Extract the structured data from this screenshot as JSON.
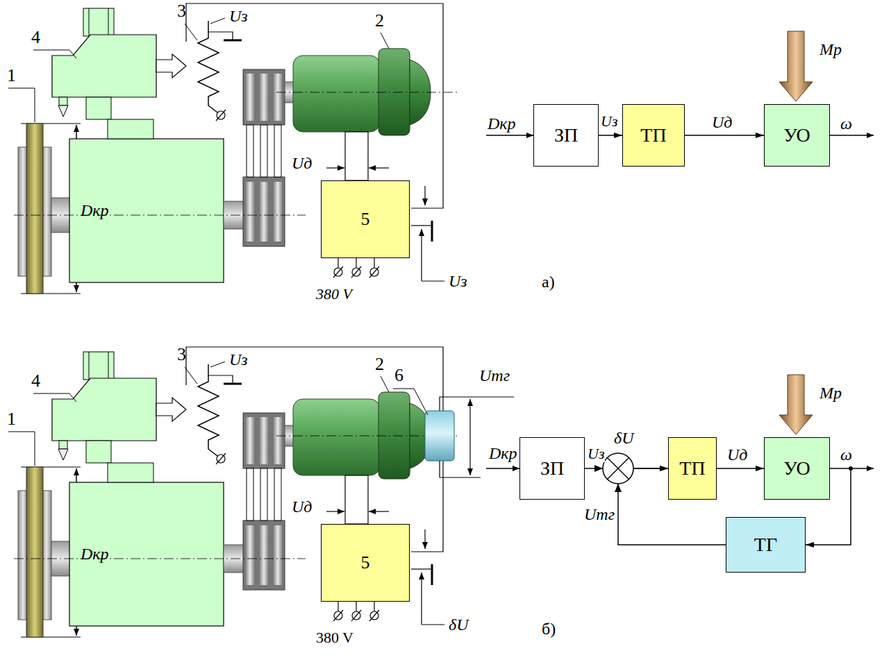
{
  "diagram": {
    "nodes": [
      {
        "text": [
          "5"
        ]
      },
      {
        "text": [
          "ЗП"
        ]
      },
      {
        "text": [
          "ТП"
        ]
      },
      {
        "text": [
          "УО"
        ]
      },
      {
        "text": [
          "5"
        ]
      },
      {
        "text": [
          "ЗП"
        ]
      },
      {
        "text": [
          "ТП"
        ]
      },
      {
        "text": [
          "УО"
        ]
      },
      {
        "text": [
          "ТГ"
        ]
      }
    ],
    "edges": [
      {
        "from": 1,
        "to": 2,
        "label": "Uз",
        "arrow": "to"
      },
      {
        "from": 2,
        "to": 3,
        "label": "Uд",
        "arrow": "to"
      },
      {
        "from": 5,
        "to": 6,
        "label": "Uз",
        "arrow": "to"
      },
      {
        "from": 6,
        "to": 7,
        "label": "Uд",
        "arrow": "to"
      },
      {
        "from": 7,
        "to": 8,
        "arrow": "to"
      },
      {
        "from": 8,
        "to": 6,
        "label": "Uтг",
        "arrow": "to"
      }
    ],
    "labels": [
      "4",
      "3",
      "Uз",
      "2",
      "1",
      "Dкр",
      "Uд",
      "Uз",
      "380 V",
      "а)",
      "Mр",
      "Dкр",
      "ω",
      "4",
      "3",
      "Uз",
      "2",
      "6",
      "Uтг",
      "1",
      "Dкр",
      "Uд",
      "δU",
      "380 V",
      "б)",
      "Mр",
      "Dкр",
      "δU",
      "ω"
    ]
  }
}
